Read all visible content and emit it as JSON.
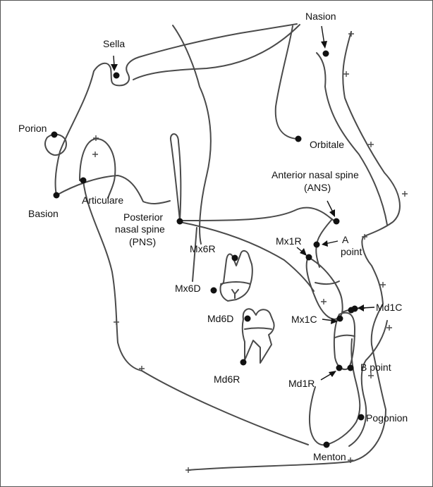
{
  "colors": {
    "trace": "#4a4a4a",
    "landmark": "#111111",
    "frame": "#555555"
  },
  "labels": {
    "nasion": "Nasion",
    "sella": "Sella",
    "porion": "Porion",
    "orbitale": "Orbitale",
    "basion": "Basion",
    "articulare": "Articulare",
    "ans_l1": "Anterior nasal spine",
    "ans_l2": "(ANS)",
    "pns_l1": "Posterior",
    "pns_l2": "nasal spine",
    "pns_l3": "(PNS)",
    "a_point_l1": "A",
    "a_point_l2": "point",
    "mx1r": "Mx1R",
    "mx6r": "Mx6R",
    "mx6d": "Mx6D",
    "md6d": "Md6D",
    "md6r": "Md6R",
    "mx1c": "Mx1C",
    "md1c": "Md1C",
    "b_point": "B point",
    "md1r": "Md1R",
    "pogonion": "Pogonion",
    "menton": "Menton"
  }
}
